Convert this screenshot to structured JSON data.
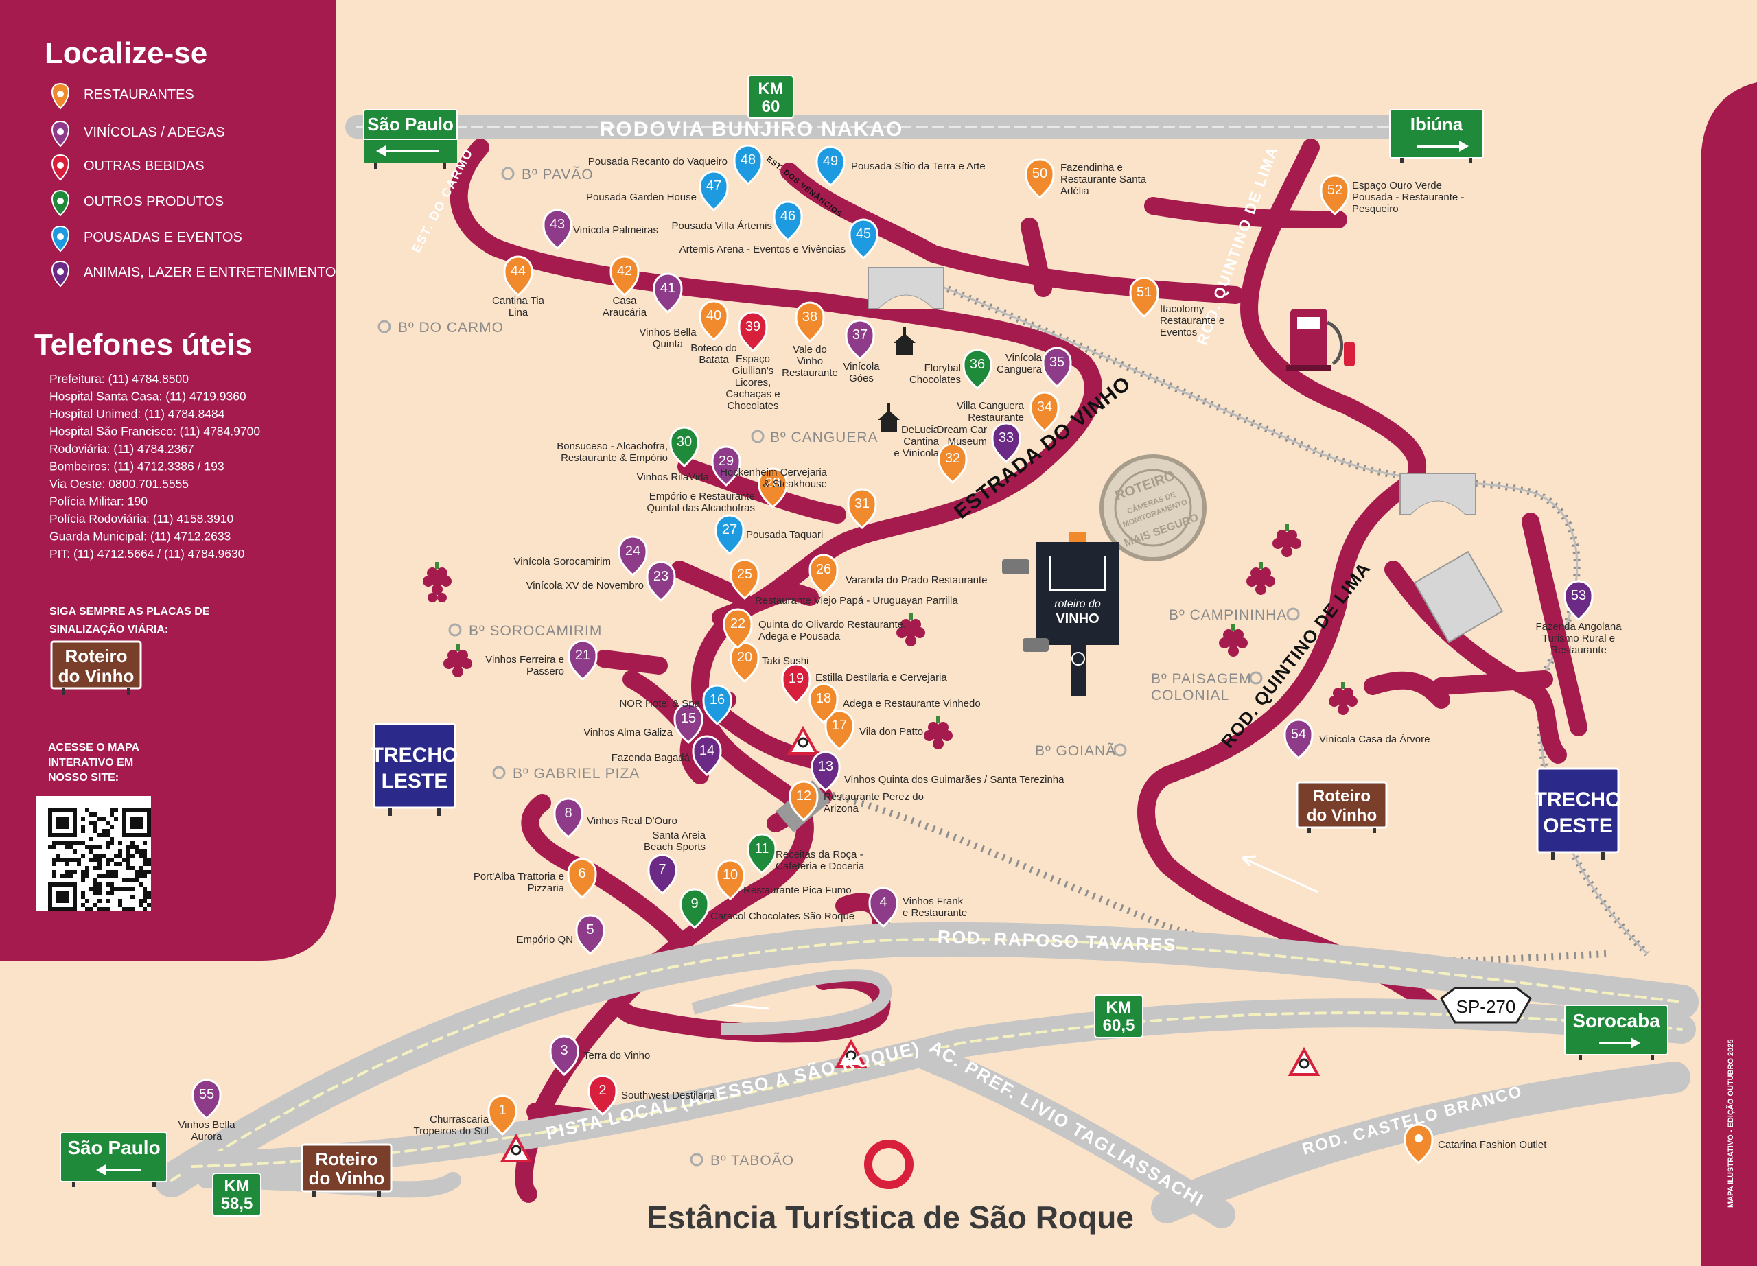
{
  "legend": {
    "title": "Localize-se",
    "items": [
      {
        "label": "RESTAURANTES",
        "color": "#f08a2c"
      },
      {
        "label": "VINÍCOLAS / ADEGAS",
        "color": "#8e3b8a"
      },
      {
        "label": "OUTRAS BEBIDAS",
        "color": "#d81f3c"
      },
      {
        "label": "OUTROS PRODUTOS",
        "color": "#1f8a3a"
      },
      {
        "label": "POUSADAS E EVENTOS",
        "color": "#1e9be0"
      },
      {
        "label": "ANIMAIS, LAZER E ENTRETENIMENTO",
        "color": "#6a2a86"
      }
    ]
  },
  "phones": {
    "title": "Telefones úteis",
    "lines": [
      "Prefeitura: (11) 4784.8500",
      "Hospital Santa Casa: (11) 4719.9360",
      "Hospital Unimed: (11) 4784.8484",
      "Hospital São Francisco: (11) 4784.9700",
      "Rodoviária: (11) 4784.2367",
      "Bombeiros: (11) 4712.3386 / 193",
      "Via Oeste: 0800.701.5555",
      "Polícia Militar: 190",
      "Polícia Rodoviária: (11) 4158.3910",
      "Guarda Municipal: (11) 4712.2633",
      "PIT: (11) 4712.5664  /  (11) 4784.9630"
    ]
  },
  "signage": {
    "line1": "SIGA SEMPRE AS PLACAS DE",
    "line2": "SINALIZAÇÃO VIÁRIA:",
    "sign_line1": "Roteiro",
    "sign_line2": "do Vinho"
  },
  "qr": {
    "line1": "ACESSE O MAPA",
    "line2": "INTERATIVO EM",
    "line3": "NOSSO SITE:"
  },
  "roads": {
    "bunjiro": "RODOVIA BUNJIRO NAKAO",
    "raposo": "ROD. RAPOSO TAVARES",
    "pista_local": "PISTA LOCAL (ACESSO A SÃO ROQUE)",
    "livio": "AC. PREF. LIVIO TAGLIASSACHI",
    "castelo": "ROD. CASTELO BRANCO",
    "estrada_vinho": "ESTRADA DO VINHO",
    "quintino1": "ROD. QUINTINO DE LIMA",
    "quintino2": "ROD. QUINTINO DE LIMA",
    "carmo": "EST. DO CARMO",
    "venancios": "EST. DOS VENÂNCIOS",
    "sp270": "SP-270"
  },
  "signs": {
    "sao_paulo_top": "São Paulo",
    "ibiuna": "Ibiúna",
    "km60_a": "KM",
    "km60_b": "60",
    "km605_a": "KM",
    "km605_b": "60,5",
    "km585_a": "KM",
    "km585_b": "58,5",
    "sao_paulo_bottom": "São Paulo",
    "sorocaba": "Sorocaba",
    "trecho_leste_1": "TRECHO",
    "trecho_leste_2": "LESTE",
    "trecho_oeste_1": "TRECHO",
    "trecho_oeste_2": "OESTE",
    "roteiro_1": "Roteiro",
    "roteiro_2": "do Vinho"
  },
  "bairros": [
    "Bº PAVÃO",
    "Bº DO CARMO",
    "Bº CANGUERA",
    "Bº SOROCAMIRIM",
    "Bº GABRIEL PIZA",
    "Bº CAMPININHA",
    "Bº PAISAGEM",
    "COLONIAL",
    "Bº GOIANÃ",
    "Bº TABOÃO"
  ],
  "seal": {
    "top": "ROTEIRO",
    "mid1": "CÂMERAS DE",
    "mid2": "MONITORAMENTO",
    "bottom": "MAIS SEGURO"
  },
  "totem": {
    "line1": "roteiro do",
    "line2": "VINHO"
  },
  "footer": {
    "title": "Estância Turística de São Roque",
    "side": "MAPA ILUSTRATIVO - EDIÇÃO OUTUBRO 2025"
  },
  "pins": [
    {
      "n": "1",
      "label": "Churrascaria\nTropeiros do Sul"
    },
    {
      "n": "2",
      "label": "Southwest Destilaria"
    },
    {
      "n": "3",
      "label": "Terra do Vinho"
    },
    {
      "n": "4",
      "label": "Vinhos Frank\ne Restaurante"
    },
    {
      "n": "5",
      "label": "Empório QN"
    },
    {
      "n": "6",
      "label": "Port'Alba Trattoria e\nPizzaria"
    },
    {
      "n": "7",
      "label": "Santa Areia\nBeach Sports"
    },
    {
      "n": "8",
      "label": "Vinhos Real D'Ouro"
    },
    {
      "n": "9",
      "label": "Caracol Chocolates São Roque"
    },
    {
      "n": "10",
      "label": "Restaurante Pica Fumo"
    },
    {
      "n": "11",
      "label": "Receitas da Roça -\nCafeteria e Doceria"
    },
    {
      "n": "12",
      "label": "Restaurante Perez do\nArizona"
    },
    {
      "n": "13",
      "label": "Vinhos Quinta dos Guimarães  / Santa Terezinha"
    },
    {
      "n": "14",
      "label": "Fazenda Bagadá"
    },
    {
      "n": "15",
      "label": "Vinhos Alma Galiza"
    },
    {
      "n": "16",
      "label": "NOR Hotel & Spa"
    },
    {
      "n": "17",
      "label": "Vila don Patto"
    },
    {
      "n": "18",
      "label": "Adega e Restaurante Vinhedo"
    },
    {
      "n": "19",
      "label": "Estilla Destilaria e Cervejaria"
    },
    {
      "n": "20",
      "label": "Taki Sushi"
    },
    {
      "n": "21",
      "label": "Vinhos Ferreira e\nPassero"
    },
    {
      "n": "22",
      "label": "Quinta do Olivardo Restaurante,\nAdega e Pousada"
    },
    {
      "n": "23",
      "label": "Vinícola XV de Novembro"
    },
    {
      "n": "24",
      "label": "Vinícola Sorocamirim"
    },
    {
      "n": "25",
      "label": "Restaurante Viejo Papá - Uruguayan Parrilla"
    },
    {
      "n": "26",
      "label": "Varanda do Prado Restaurante"
    },
    {
      "n": "27",
      "label": "Pousada Taquari"
    },
    {
      "n": "28",
      "label": "Empório e Restaurante\nQuintal das Alcachofras"
    },
    {
      "n": "29",
      "label": "Vinhos RilaVida"
    },
    {
      "n": "30",
      "label": "Bonsuceso - Alcachofra,\nRestaurante & Empório"
    },
    {
      "n": "31",
      "label": "Hockenheim Cervejaria\n& Steakhouse"
    },
    {
      "n": "32",
      "label": "DeLucia\nCantina\ne Vinícola"
    },
    {
      "n": "33",
      "label": "Dream Car\nMuseum"
    },
    {
      "n": "34",
      "label": "Villa Canguera\nRestaurante"
    },
    {
      "n": "35",
      "label": "Vinícola\nCanguera"
    },
    {
      "n": "36",
      "label": "Florybal\nChocolates"
    },
    {
      "n": "37",
      "label": "Vinícola\nGóes"
    },
    {
      "n": "38",
      "label": "Vale do\nVinho\nRestaurante"
    },
    {
      "n": "39",
      "label": "Espaço\nGiullian's\nLicores,\nCachaças e\nChocolates"
    },
    {
      "n": "40",
      "label": "Boteco do\nBatata"
    },
    {
      "n": "41",
      "label": "Vinhos Bella\nQuinta"
    },
    {
      "n": "42",
      "label": "Casa\nAraucária"
    },
    {
      "n": "43",
      "label": "Vinícola Palmeiras"
    },
    {
      "n": "44",
      "label": "Cantina Tia\nLina"
    },
    {
      "n": "45",
      "label": "Artemis Arena - Eventos e Vivências"
    },
    {
      "n": "46",
      "label": "Pousada Villa Ártemis"
    },
    {
      "n": "47",
      "label": "Pousada Garden House"
    },
    {
      "n": "48",
      "label": "Pousada Recanto do Vaqueiro"
    },
    {
      "n": "49",
      "label": "Pousada Sítio da Terra e Arte"
    },
    {
      "n": "50",
      "label": "Fazendinha e\nRestaurante Santa\nAdélia"
    },
    {
      "n": "51",
      "label": "Itacolomy\nRestaurante e\nEventos"
    },
    {
      "n": "52",
      "label": "Espaço Ouro Verde\nPousada - Restaurante -\nPesqueiro"
    },
    {
      "n": "53",
      "label": "Fazenda Angolana\nTurismo Rural e\nRestaurante"
    },
    {
      "n": "54",
      "label": "Vinícola Casa da Árvore"
    },
    {
      "n": "55",
      "label": "Vinhos Bella\nAurora"
    },
    {
      "n": "",
      "label": "Catarina Fashion Outlet"
    }
  ]
}
